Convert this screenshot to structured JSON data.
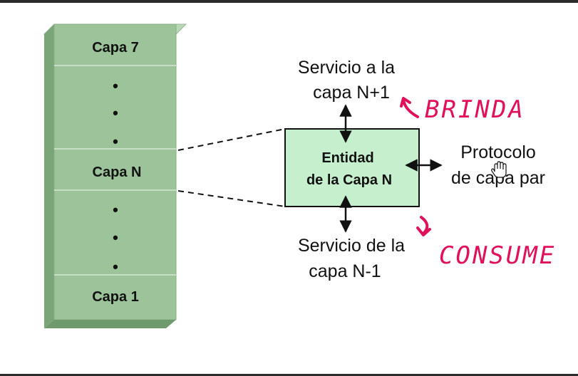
{
  "stack": {
    "top_label": "Capa 7",
    "dots_upper": [
      "•",
      "•",
      "•"
    ],
    "middle_label": "Capa N",
    "dots_lower": [
      "•",
      "•",
      "•"
    ],
    "bottom_label": "Capa 1"
  },
  "entity": {
    "line1": "Entidad",
    "line2": "de la Capa N"
  },
  "service_up": {
    "line1": "Servicio a la",
    "line2": "capa N+1"
  },
  "service_down": {
    "line1": "Servicio de la",
    "line2": "capa N-1"
  },
  "protocol": {
    "line1": "Protocolo",
    "line2": "de capa par"
  },
  "annotations": {
    "brinda": "BRINDA",
    "consume": "CONSUME"
  },
  "colors": {
    "stack_front": "#9cc39a",
    "stack_side": "#7aa578",
    "entity_fill": "#c6efce",
    "annotation_ink": "#e0105a"
  }
}
